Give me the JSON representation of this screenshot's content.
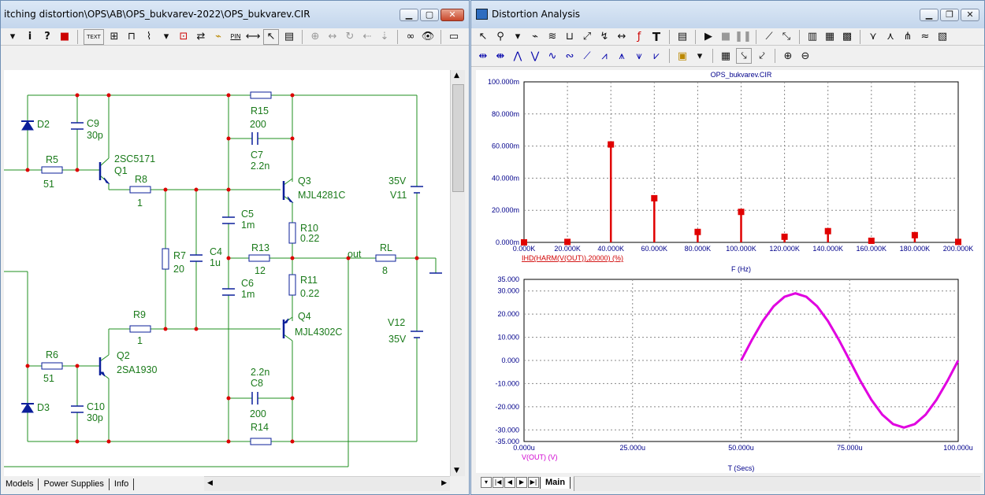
{
  "left_window": {
    "title": "itching distortion\\OPS\\AB\\OPS_bukvarev-2022\\OPS_bukvarev.CIR",
    "toolbar": {
      "text_btn": "TEXT",
      "pin_btn": "PIN"
    },
    "tabs": [
      "Models",
      "Power Supplies",
      "Info"
    ]
  },
  "schematic": {
    "components": {
      "D2": "D2",
      "C9": "C9",
      "C9_val": "30p",
      "R5": "R5",
      "R5_val": "51",
      "Q1_type": "2SC5171",
      "Q1": "Q1",
      "R8": "R8",
      "R8_val": "1",
      "R15": "R15",
      "R15_val": "200",
      "C7": "C7",
      "C7_val": "2.2n",
      "Q3": "Q3",
      "Q3_type": "MJL4281C",
      "V11_val": "35V",
      "V11": "V11",
      "C5": "C5",
      "C5_val": "1m",
      "R10": "R10",
      "R10_val": "0.22",
      "R7": "R7",
      "R7_val": "20",
      "C4": "C4",
      "C4_val": "1u",
      "R13": "R13",
      "R13_val": "12",
      "out": "out",
      "RL": "RL",
      "RL_val": "8",
      "C6": "C6",
      "C6_val": "1m",
      "R11": "R11",
      "R11_val": "0.22",
      "R9": "R9",
      "R9_val": "1",
      "Q4": "Q4",
      "Q4_type": "MJL4302C",
      "V12": "V12",
      "V12_val": "35V",
      "R6": "R6",
      "R6_val": "51",
      "Q2": "Q2",
      "Q2_type": "2SA1930",
      "C8_val": "2.2n",
      "C8": "C8",
      "D3": "D3",
      "C10": "C10",
      "C10_val": "30p",
      "R14_val": "200",
      "R14": "R14"
    }
  },
  "right_window": {
    "title": "Distortion Analysis",
    "tab_main": "Main"
  },
  "chart_data": [
    {
      "type": "bar",
      "title": "OPS_bukvarev.CIR",
      "x": [
        0,
        20000,
        40000,
        60000,
        80000,
        100000,
        120000,
        140000,
        160000,
        180000,
        200000
      ],
      "values": [
        0.0,
        0.3,
        61.0,
        27.5,
        6.5,
        19.0,
        3.5,
        7.0,
        1.0,
        4.5,
        0.3
      ],
      "xlim": [
        0,
        200000
      ],
      "ylim": [
        0,
        100
      ],
      "xtick_labels": [
        "0.000K",
        "20.000K",
        "40.000K",
        "60.000K",
        "80.000K",
        "100.000K",
        "120.000K",
        "140.000K",
        "160.000K",
        "180.000K",
        "200.000K"
      ],
      "ytick_labels": [
        "0.000m",
        "20.000m",
        "40.000m",
        "60.000m",
        "80.000m",
        "100.000m"
      ],
      "series_label": "IHD(HARM(V(OUT)),20000) (%)",
      "xlabel": "F (Hz)",
      "color": "#e00000"
    },
    {
      "type": "line",
      "x": [
        50,
        52.5,
        55,
        57.5,
        60,
        62.5,
        65,
        67.5,
        70,
        72.5,
        75,
        77.5,
        80,
        82.5,
        85,
        87.5,
        90,
        92.5,
        95,
        97.5,
        100
      ],
      "y": [
        0,
        8.95,
        17.0,
        23.4,
        27.5,
        29.0,
        27.5,
        23.4,
        17.0,
        8.95,
        0,
        -8.95,
        -17.0,
        -23.4,
        -27.5,
        -29.0,
        -27.5,
        -23.4,
        -17.0,
        -8.95,
        0
      ],
      "xlim": [
        0,
        100
      ],
      "ylim": [
        -35,
        35
      ],
      "xtick_labels": [
        "0.000u",
        "25.000u",
        "50.000u",
        "75.000u",
        "100.000u"
      ],
      "ytick_labels": [
        "35.000",
        "30.000",
        "20.000",
        "10.000",
        "0.000",
        "-10.000",
        "-20.000",
        "-30.000",
        "-35.000"
      ],
      "series_label": "V(OUT) (V)",
      "xlabel": "T (Secs)",
      "color": "#e000e0"
    }
  ]
}
